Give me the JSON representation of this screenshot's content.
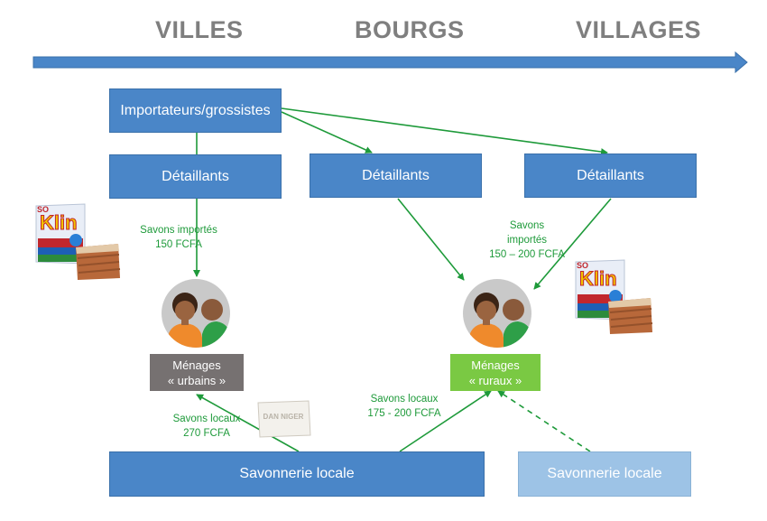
{
  "header": {
    "villes": "VILLES",
    "bourgs": "BOURGS",
    "villages": "VILLAGES"
  },
  "boxes": {
    "importateurs": "Importateurs/grossistes",
    "detaillants_1": "Détaillants",
    "detaillants_2": "Détaillants",
    "detaillants_3": "Détaillants",
    "savonnerie_1": "Savonnerie locale",
    "savonnerie_2": "Savonnerie locale"
  },
  "menages": {
    "urbains_line1": "Ménages",
    "urbains_line2": "« urbains »",
    "ruraux_line1": "Ménages",
    "ruraux_line2": "« ruraux »"
  },
  "labels": {
    "imports_urban_1": "Savons importés",
    "imports_urban_2": "150 FCFA",
    "imports_rural_1": "Savons",
    "imports_rural_2": "importés",
    "imports_rural_3": "150 – 200 FCFA",
    "local_urban_1": "Savons locaux",
    "local_urban_2": "270 FCFA",
    "local_rural_1": "Savons locaux",
    "local_rural_2": "175 - 200 FCFA"
  },
  "products": {
    "brand_top": "SO",
    "brand": "Klin",
    "soap_bar_text": "DAN NIGER"
  },
  "colors": {
    "box_blue": "#4a86c8",
    "box_lightblue": "#9dc3e6",
    "arrow_green": "#1e9a3a",
    "header_grey": "#7f7f7f"
  }
}
